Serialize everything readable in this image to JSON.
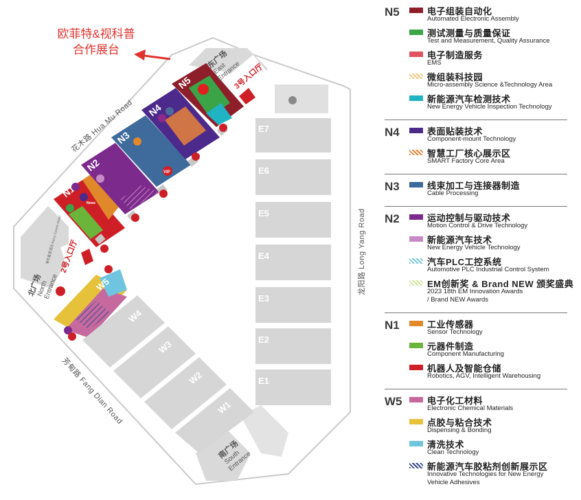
{
  "promo": {
    "line1": "欧菲特&视科普",
    "line2": "合作展台"
  },
  "roads": {
    "hua_mu": "花木路 Hua Mu Road",
    "long_yang": "龙阳路 Long Yang Road",
    "fang_dian": "芳甸路 Fang Dian Road"
  },
  "entrances": {
    "east_zh": "东广场",
    "east_en1": "East",
    "east_en2": "Entrance",
    "north_zh": "北广场",
    "north_en1": "North",
    "north_en2": "Entrance",
    "south_zh": "南广场",
    "south_en1": "South",
    "south_en2": "Entrance",
    "hall3": "3号入口厅",
    "hall2": "2号入口厅",
    "hotel": "浦东嘉里酒店 Kerry Centre Hotel"
  },
  "halls": {
    "n": [
      "N1",
      "N2",
      "N3",
      "N4",
      "N5"
    ],
    "e": [
      "E1",
      "E2",
      "E3",
      "E4",
      "E5",
      "E6",
      "E7"
    ],
    "w": [
      "W1",
      "W2",
      "W3",
      "W4",
      "W5"
    ]
  },
  "badges": {
    "vip": "VIP",
    "news": "News"
  },
  "colors": {
    "text": "#222222",
    "promo": "#e0332d",
    "grey_hall": "#d9d9d9",
    "grey_dark": "#c7c7c7",
    "outline": "#b5b5b5"
  },
  "legend": [
    {
      "id": "N5",
      "items": [
        {
          "zh": "电子组装自动化",
          "en": "Automated Electronic Assembly",
          "color": "#8e1e2a",
          "pattern": "solid"
        },
        {
          "zh": "测试测量与质量保证",
          "en": "Test and Measurement, Quality Assurance",
          "color": "#3aa447",
          "pattern": "solid"
        },
        {
          "zh": "电子制造服务",
          "en": "EMS",
          "color": "#e05360",
          "pattern": "solid"
        },
        {
          "zh": "微组装科技园",
          "en": "Micro-assembly Science &Technology Area",
          "color": "#f2c77f",
          "pattern": "hatch"
        },
        {
          "zh": "新能源汽车检测技术",
          "en": "New Energy Vehicle Inspection Technology",
          "color": "#1fb3c4",
          "pattern": "solid"
        }
      ]
    },
    {
      "id": "N4",
      "items": [
        {
          "zh": "表面贴装技术",
          "en": "Component-mount Technology",
          "color": "#4c2a8c",
          "pattern": "solid"
        },
        {
          "zh": "智慧工厂核心展示区",
          "en": "SMART Factory Core Area",
          "color": "#e8833a",
          "pattern": "hatch"
        }
      ]
    },
    {
      "id": "N3",
      "items": [
        {
          "zh": "线束加工与连接器制造",
          "en": "Cable Processing",
          "color": "#3e6a9c",
          "pattern": "solid"
        }
      ]
    },
    {
      "id": "N2",
      "items": [
        {
          "zh": "运动控制与驱动技术",
          "en": "Motion Control & Drive Technology",
          "color": "#7c2a8c",
          "pattern": "solid"
        },
        {
          "zh": "新能源汽车技术",
          "en": "New Energy Vehicle Technology",
          "color": "#c88ac4",
          "pattern": "solid"
        },
        {
          "zh": "汽车PLC工控系统",
          "en": "Automotive PLC Industrial Control System",
          "color": "#7cc9d6",
          "pattern": "hatch"
        },
        {
          "zh": "EM创新奖 & Brand NEW 颁奖盛典",
          "en": "2023 18th EM Innovation Awards",
          "en2": "/ Brand NEW Awards",
          "color": "#d2e3a0",
          "pattern": "hatch"
        }
      ]
    },
    {
      "id": "N1",
      "items": [
        {
          "zh": "工业传感器",
          "en": "Sensor Technology",
          "color": "#e0882a",
          "pattern": "solid"
        },
        {
          "zh": "元器件制造",
          "en": "Component Manufacturing",
          "color": "#6bb53a",
          "pattern": "solid"
        },
        {
          "zh": "机器人及智能仓储",
          "en": "Robotics, AGV, Intelligent Warehousing",
          "color": "#cf1f26",
          "pattern": "solid"
        }
      ]
    },
    {
      "id": "W5",
      "items": [
        {
          "zh": "电子化工材料",
          "en": "Electronic Chemical Materials",
          "color": "#c5699e",
          "pattern": "solid"
        },
        {
          "zh": "点胶与粘合技术",
          "en": "Dispensing & Bonding",
          "color": "#e6c23a",
          "pattern": "solid"
        },
        {
          "zh": "清洗技术",
          "en": "Clean Technology",
          "color": "#6fc4e0",
          "pattern": "solid"
        },
        {
          "zh": "新能源汽车胶粘剂创新展示区",
          "en": "Innovative Technologies for New Energy",
          "en2": "Vehicle Adhesives",
          "color": "#3a4a8a",
          "pattern": "hatch"
        }
      ]
    }
  ]
}
